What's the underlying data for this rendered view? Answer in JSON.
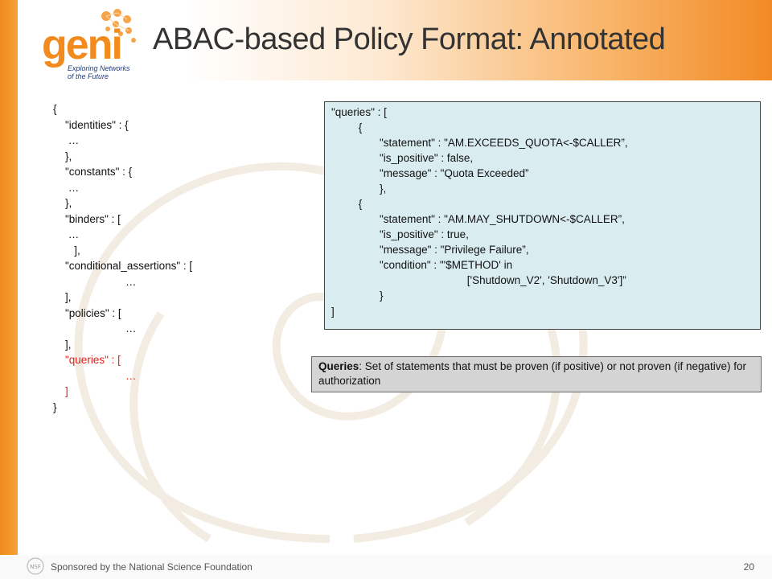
{
  "slide": {
    "title": "ABAC-based Policy Format: Annotated",
    "logo": {
      "word": "geni",
      "tagline": [
        "Exploring Networks",
        "of the Future"
      ]
    }
  },
  "left_code": {
    "lines": [
      "{",
      "    \"identities\" : {",
      "     …",
      "    },",
      "    \"constants\" : {",
      "     …",
      "    },",
      "    \"binders\" : [",
      "     …",
      "       ],",
      "    \"conditional_assertions\" : [",
      "                        …",
      "    ],",
      "    \"policies\" : [",
      "                        …",
      "    ],",
      "    \"queries\" : [",
      "                        …",
      "    ]",
      "}"
    ],
    "highlight_color": "#e0201b"
  },
  "right_code": {
    "lines": [
      "\"queries\" : [",
      "         {",
      "                \"statement\" : \"AM.EXCEEDS_QUOTA<-$CALLER”,",
      "                \"is_positive\" : false,",
      "                \"message\" : \"Quota Exceeded”",
      "                },",
      "         {",
      "                \"statement\" : \"AM.MAY_SHUTDOWN<-$CALLER”,",
      "                \"is_positive\" : true,",
      "                \"message\" : \"Privilege Failure”,",
      "                \"condition\" : \"'$METHOD' in",
      "                                             ['Shutdown_V2', 'Shutdown_V3']”",
      "                }",
      "]"
    ],
    "box_color": "#d9ecf0"
  },
  "note": {
    "term": "Queries",
    "text": ": Set of statements that must be proven (if positive) or not proven (if negative) for authorization"
  },
  "footer": {
    "sponsor": "Sponsored by the National Science Foundation",
    "page": "20",
    "nsf_mark": "NSF"
  }
}
